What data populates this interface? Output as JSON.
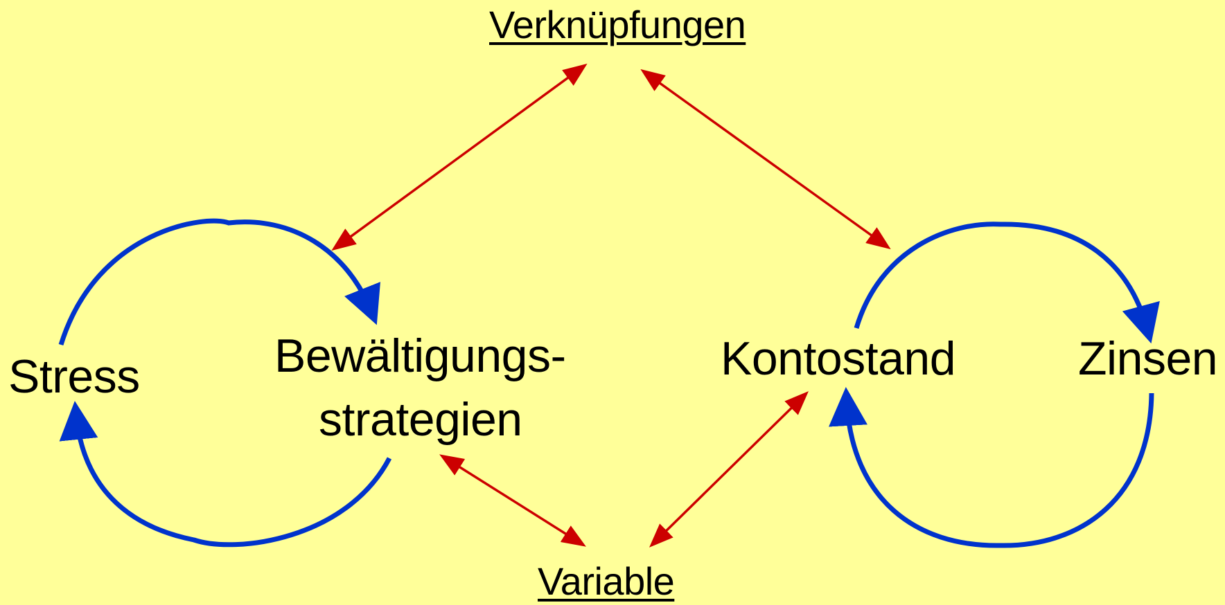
{
  "labels": {
    "verknuepfungen": "Verknüpfungen",
    "variable": "Variable",
    "stress": "Stress",
    "bewaeltigung_line1": "Bewältigungs-",
    "bewaeltigung_line2": "strategien",
    "kontostand": "Kontostand",
    "zinsen": "Zinsen"
  },
  "colors": {
    "background": "#ffff99",
    "loop_arrow": "#0033cc",
    "link_arrow": "#cc0000",
    "text": "#000000"
  }
}
